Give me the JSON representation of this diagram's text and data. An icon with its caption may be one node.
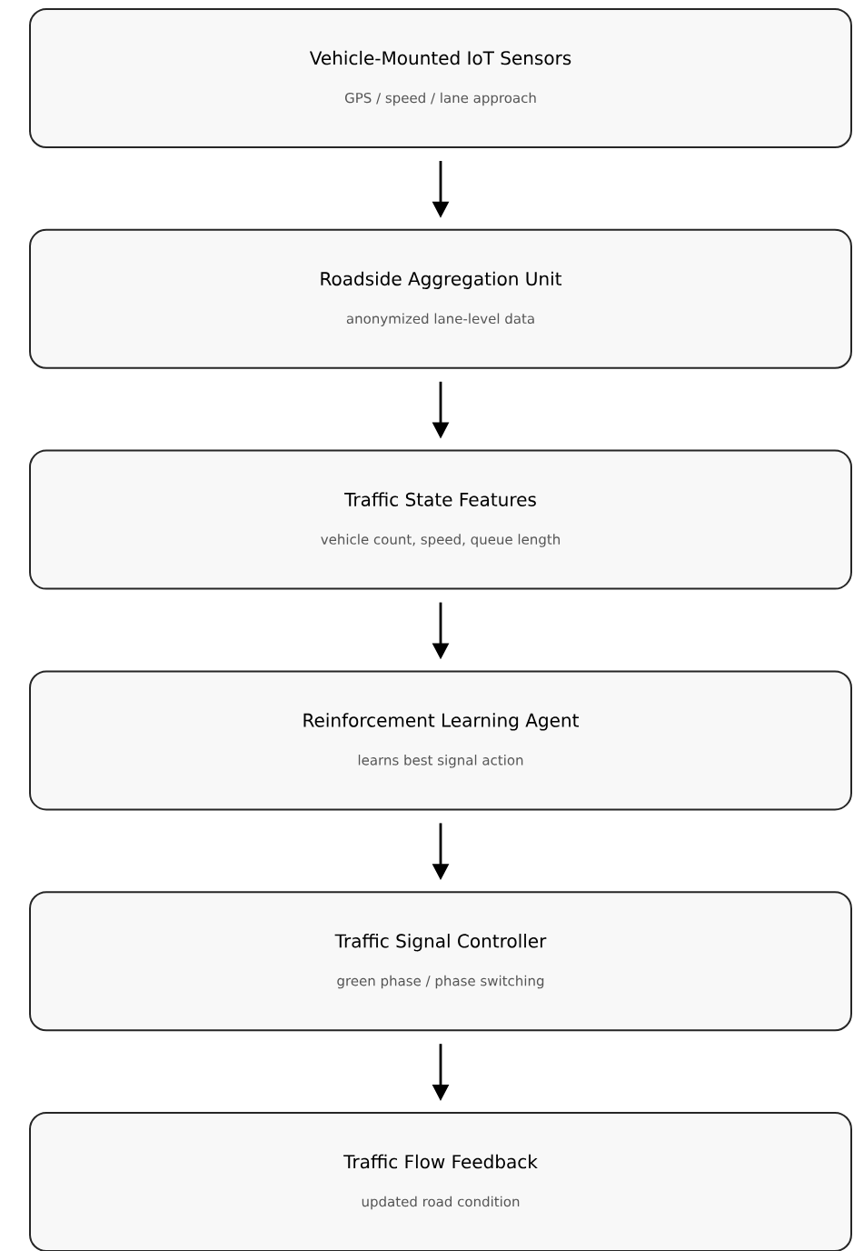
{
  "diagram": {
    "nodes": [
      {
        "text": [
          "Vehicle-Mounted IoT Sensors",
          "GPS / speed / lane approach"
        ]
      },
      {
        "text": [
          "Roadside Aggregation Unit",
          "anonymized lane-level data"
        ]
      },
      {
        "text": [
          "Traffic State Features",
          "vehicle count, speed, queue length"
        ]
      },
      {
        "text": [
          "Reinforcement Learning Agent",
          "learns best signal action"
        ]
      },
      {
        "text": [
          "Traffic Signal Controller",
          "green phase / phase switching"
        ]
      },
      {
        "text": [
          "Traffic Flow Feedback",
          "updated road condition"
        ]
      }
    ],
    "edges": [
      {
        "from": 0,
        "to": 1,
        "arrow": "to"
      },
      {
        "from": 1,
        "to": 2,
        "arrow": "to"
      },
      {
        "from": 2,
        "to": 3,
        "arrow": "to"
      },
      {
        "from": 3,
        "to": 4,
        "arrow": "to"
      },
      {
        "from": 4,
        "to": 5,
        "arrow": "to"
      }
    ]
  }
}
